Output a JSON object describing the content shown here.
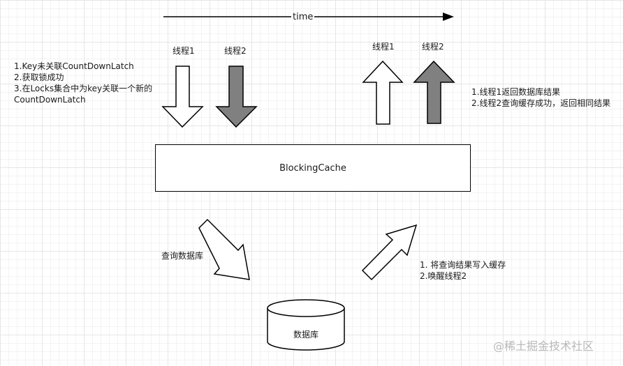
{
  "timeline": {
    "label": "time"
  },
  "left_group": {
    "thread1_label": "线程1",
    "thread2_label": "线程2",
    "notes": [
      "1.Key未关联CountDownLatch",
      "2.获取锁成功",
      "3.在Locks集合中为key关联一个新的",
      "CountDownLatch"
    ]
  },
  "right_group": {
    "thread1_label": "线程1",
    "thread2_label": "线程2",
    "notes": [
      "1.线程1返回数据库结果",
      "2.线程2查询缓存成功，返回相同结果"
    ]
  },
  "cache_box": {
    "label": "BlockingCache"
  },
  "query_step": {
    "label": "查询数据库"
  },
  "return_step": {
    "notes": [
      "1. 将查询结果写入缓存",
      "2.唤醒线程2"
    ]
  },
  "database": {
    "label": "数据库"
  },
  "watermark": {
    "text": "@稀土掘金技术社区"
  },
  "colors": {
    "stroke": "#000000",
    "arrow_white": "#ffffff",
    "arrow_gray": "#808080",
    "grid": "#e6e6e6"
  }
}
